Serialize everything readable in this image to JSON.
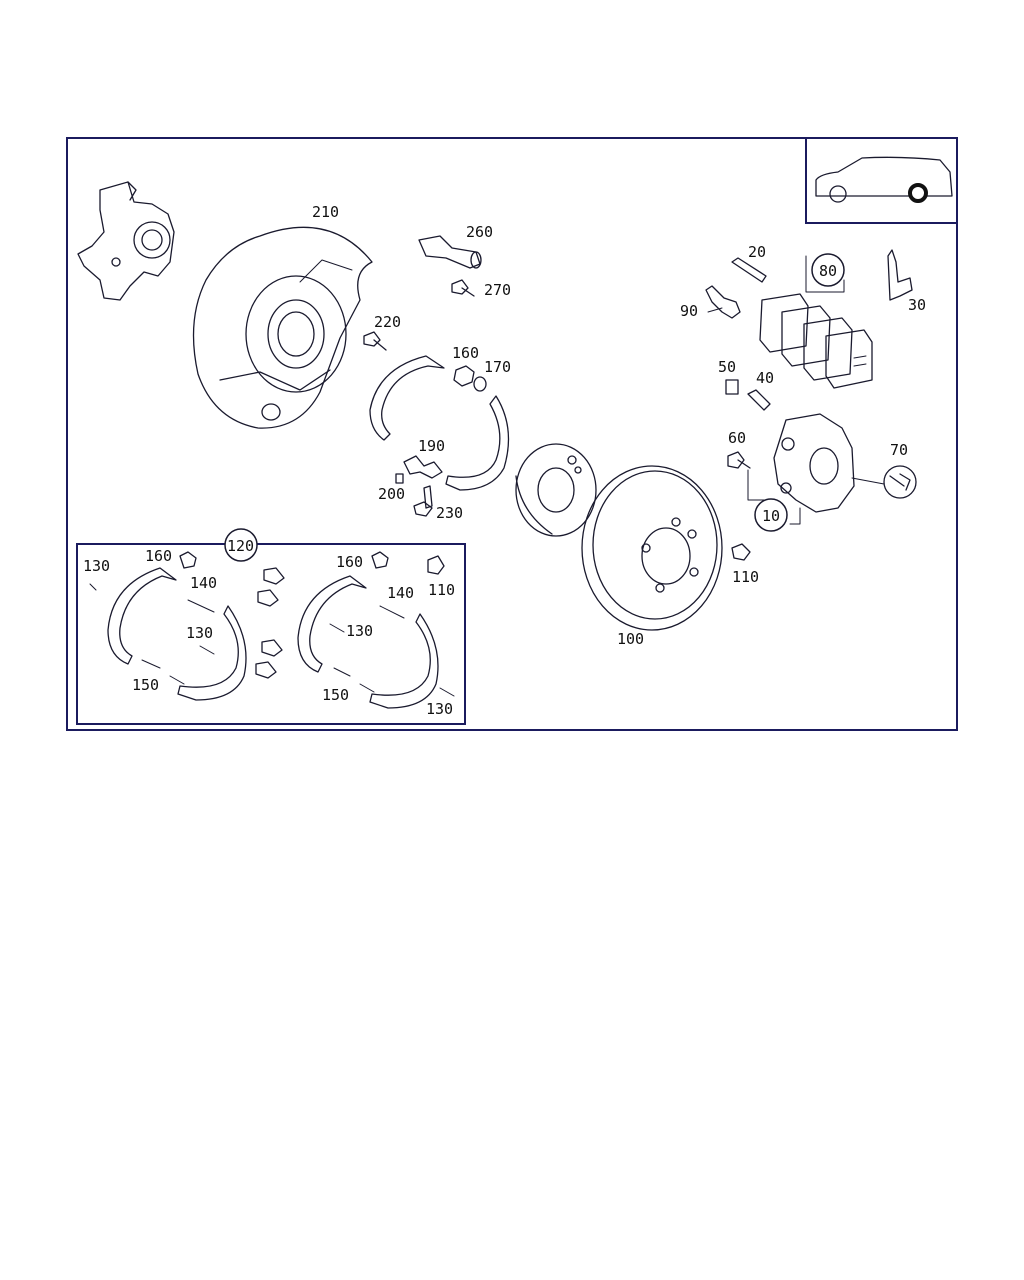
{
  "labels": {
    "p210": "210",
    "p260": "260",
    "p270": "270",
    "p220": "220",
    "p160a": "160",
    "p170": "170",
    "p190": "190",
    "p200": "200",
    "p230": "230",
    "p20": "20",
    "p80": "80",
    "p30": "30",
    "p90": "90",
    "p50": "50",
    "p40": "40",
    "p60": "60",
    "p70": "70",
    "p10": "10",
    "p110a": "110",
    "p100": "100",
    "p120": "120",
    "k130a": "130",
    "k160a": "160",
    "k140a": "140",
    "k130b": "130",
    "k150a": "150",
    "k160b": "160",
    "k110": "110",
    "k140b": "140",
    "k130c": "130",
    "k150b": "150",
    "k130d": "130"
  }
}
